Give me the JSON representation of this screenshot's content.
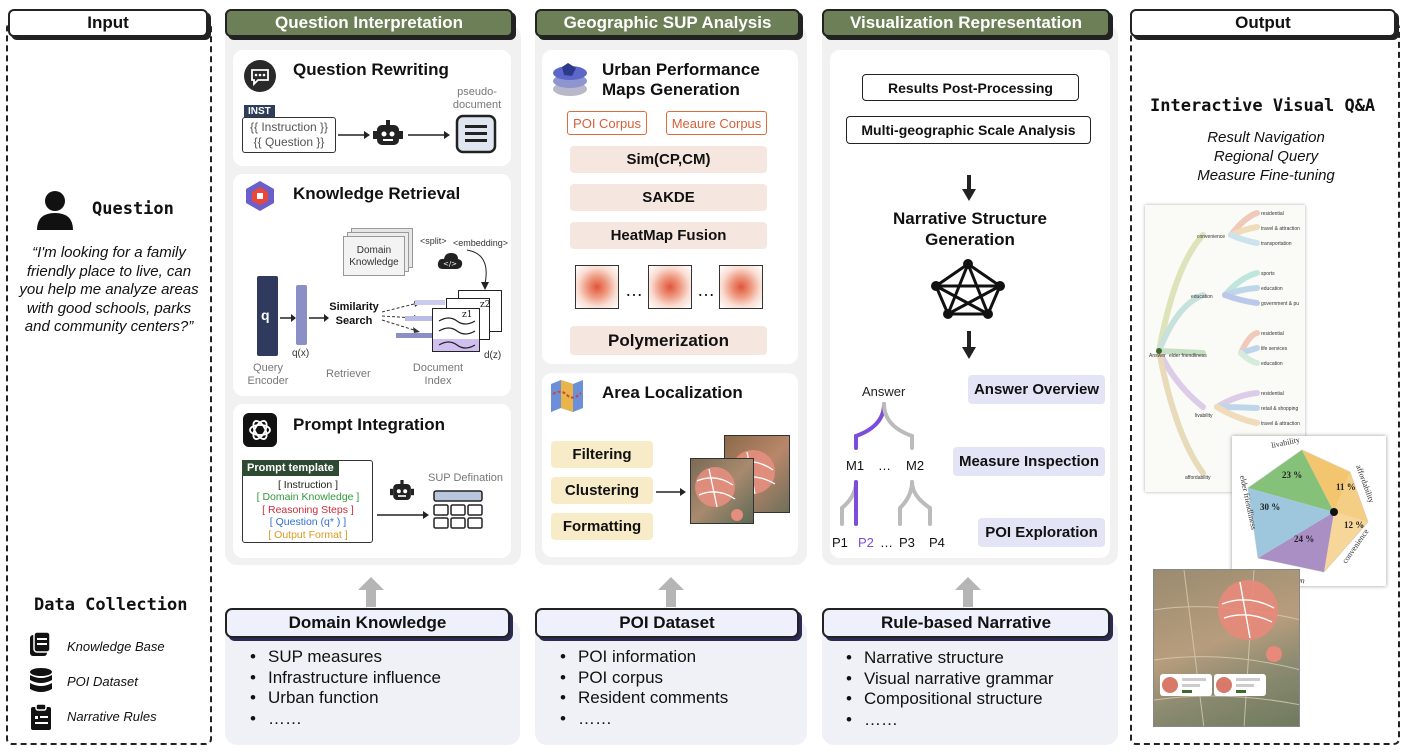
{
  "headers": {
    "input": "Input",
    "qi": "Question Interpretation",
    "geo": "Geographic SUP Analysis",
    "vis": "Visualization Representation",
    "output": "Output"
  },
  "input": {
    "question_title": "Question",
    "question_text": "“I'm looking for a family friendly place to live, can you help me analyze areas with good schools, parks and community centers?”",
    "data_collection": "Data Collection",
    "items": [
      "Knowledge Base",
      "POI Dataset",
      "Narrative Rules"
    ]
  },
  "qi": {
    "rewriting_title": "Question Rewriting",
    "inst_tag": "INST",
    "inst_line1": "{{ Instruction }}",
    "inst_line2": "{{ Question }}",
    "pseudo_doc": "pseudo-document",
    "retrieval_title": "Knowledge Retrieval",
    "domain_knowledge_doc": "Domain Knowledge",
    "split_label": "<split>",
    "embed_label": "<embedding>",
    "q_label": "q",
    "qx_label": "q(x)",
    "similarity_search": "Similarity Search",
    "query_encoder": "Query Encoder",
    "retriever": "Retriever",
    "document_index": "Document Index",
    "dz_label": "d(z)",
    "z1": "z1",
    "z2": "z2",
    "prompt_title": "Prompt Integration",
    "prompt_template": "Prompt template",
    "template_lines": [
      "[ Instruction ]",
      "[ Domain Knowledge ]",
      "[ Reasoning Steps ]",
      "[ Question (q* ) ]",
      "[ Output Format ]"
    ],
    "sup_definition": "SUP Defination"
  },
  "geo": {
    "upm_title": "Urban Performance Maps Generation",
    "poi_corpus": "POI Corpus",
    "measure_corpus": "Meaure Corpus",
    "steps": [
      "Sim(CP,CM)",
      "SAKDE",
      "HeatMap Fusion"
    ],
    "ellipsis1": "…",
    "ellipsis2": "…",
    "polymerization": "Polymerization",
    "area_title": "Area Localization",
    "area_steps": [
      "Filtering",
      "Clustering",
      "Formatting"
    ]
  },
  "vis": {
    "post_processing": "Results Post-Processing",
    "multi_scale": "Multi-geographic Scale Analysis",
    "narrative_gen": "Narrative Structure Generation",
    "answer": "Answer",
    "m1": "M1",
    "m_dots": "…",
    "m2": "M2",
    "p1": "P1",
    "p2": "P2",
    "p_dots": "…",
    "p3": "P3",
    "p4": "P4",
    "answer_overview": "Answer Overview",
    "measure_inspection": "Measure Inspection",
    "poi_exploration": "POI  Exploration"
  },
  "output": {
    "title": "Interactive Visual Q&A",
    "features": [
      "Result Navigation",
      "Regional Query",
      "Measure Fine-tuning"
    ],
    "tree_root": "Answer",
    "tree_branches": [
      "convenience",
      "education",
      "elder friendliness",
      "livability",
      "affordability"
    ],
    "tree_leaves": [
      "residential",
      "travel & attraction",
      "transportation",
      "sports",
      "education",
      "government & pu",
      "residential",
      "life services",
      "education",
      "residential",
      "retail & shopping",
      "travel & attraction"
    ],
    "radar_labels": [
      "livability",
      "affordability",
      "convenience",
      "education",
      "elder friendliness"
    ],
    "radar_values": [
      "23 %",
      "11 %",
      "12 %",
      "24 %",
      "30 %"
    ]
  },
  "sources": {
    "domain_knowledge": "Domain Knowledge",
    "dk_items": [
      "SUP measures",
      "Infrastructure influence",
      "Urban function",
      "……"
    ],
    "poi_dataset": "POI Dataset",
    "poi_items": [
      "POI information",
      "POI corpus",
      "Resident comments",
      "……"
    ],
    "rule_narrative": "Rule-based Narrative",
    "rule_items": [
      "Narrative structure",
      "Visual narrative grammar",
      "Compositional structure",
      "……"
    ]
  },
  "colors": {
    "header_green": "#6d7f56",
    "purple_path": "#7c4ddb",
    "orange_accent": "#e06a3a",
    "lavender_pill": "#e3e4f6",
    "tan_pill": "#f7ebc8",
    "pink_pill": "#f6e6e0"
  }
}
